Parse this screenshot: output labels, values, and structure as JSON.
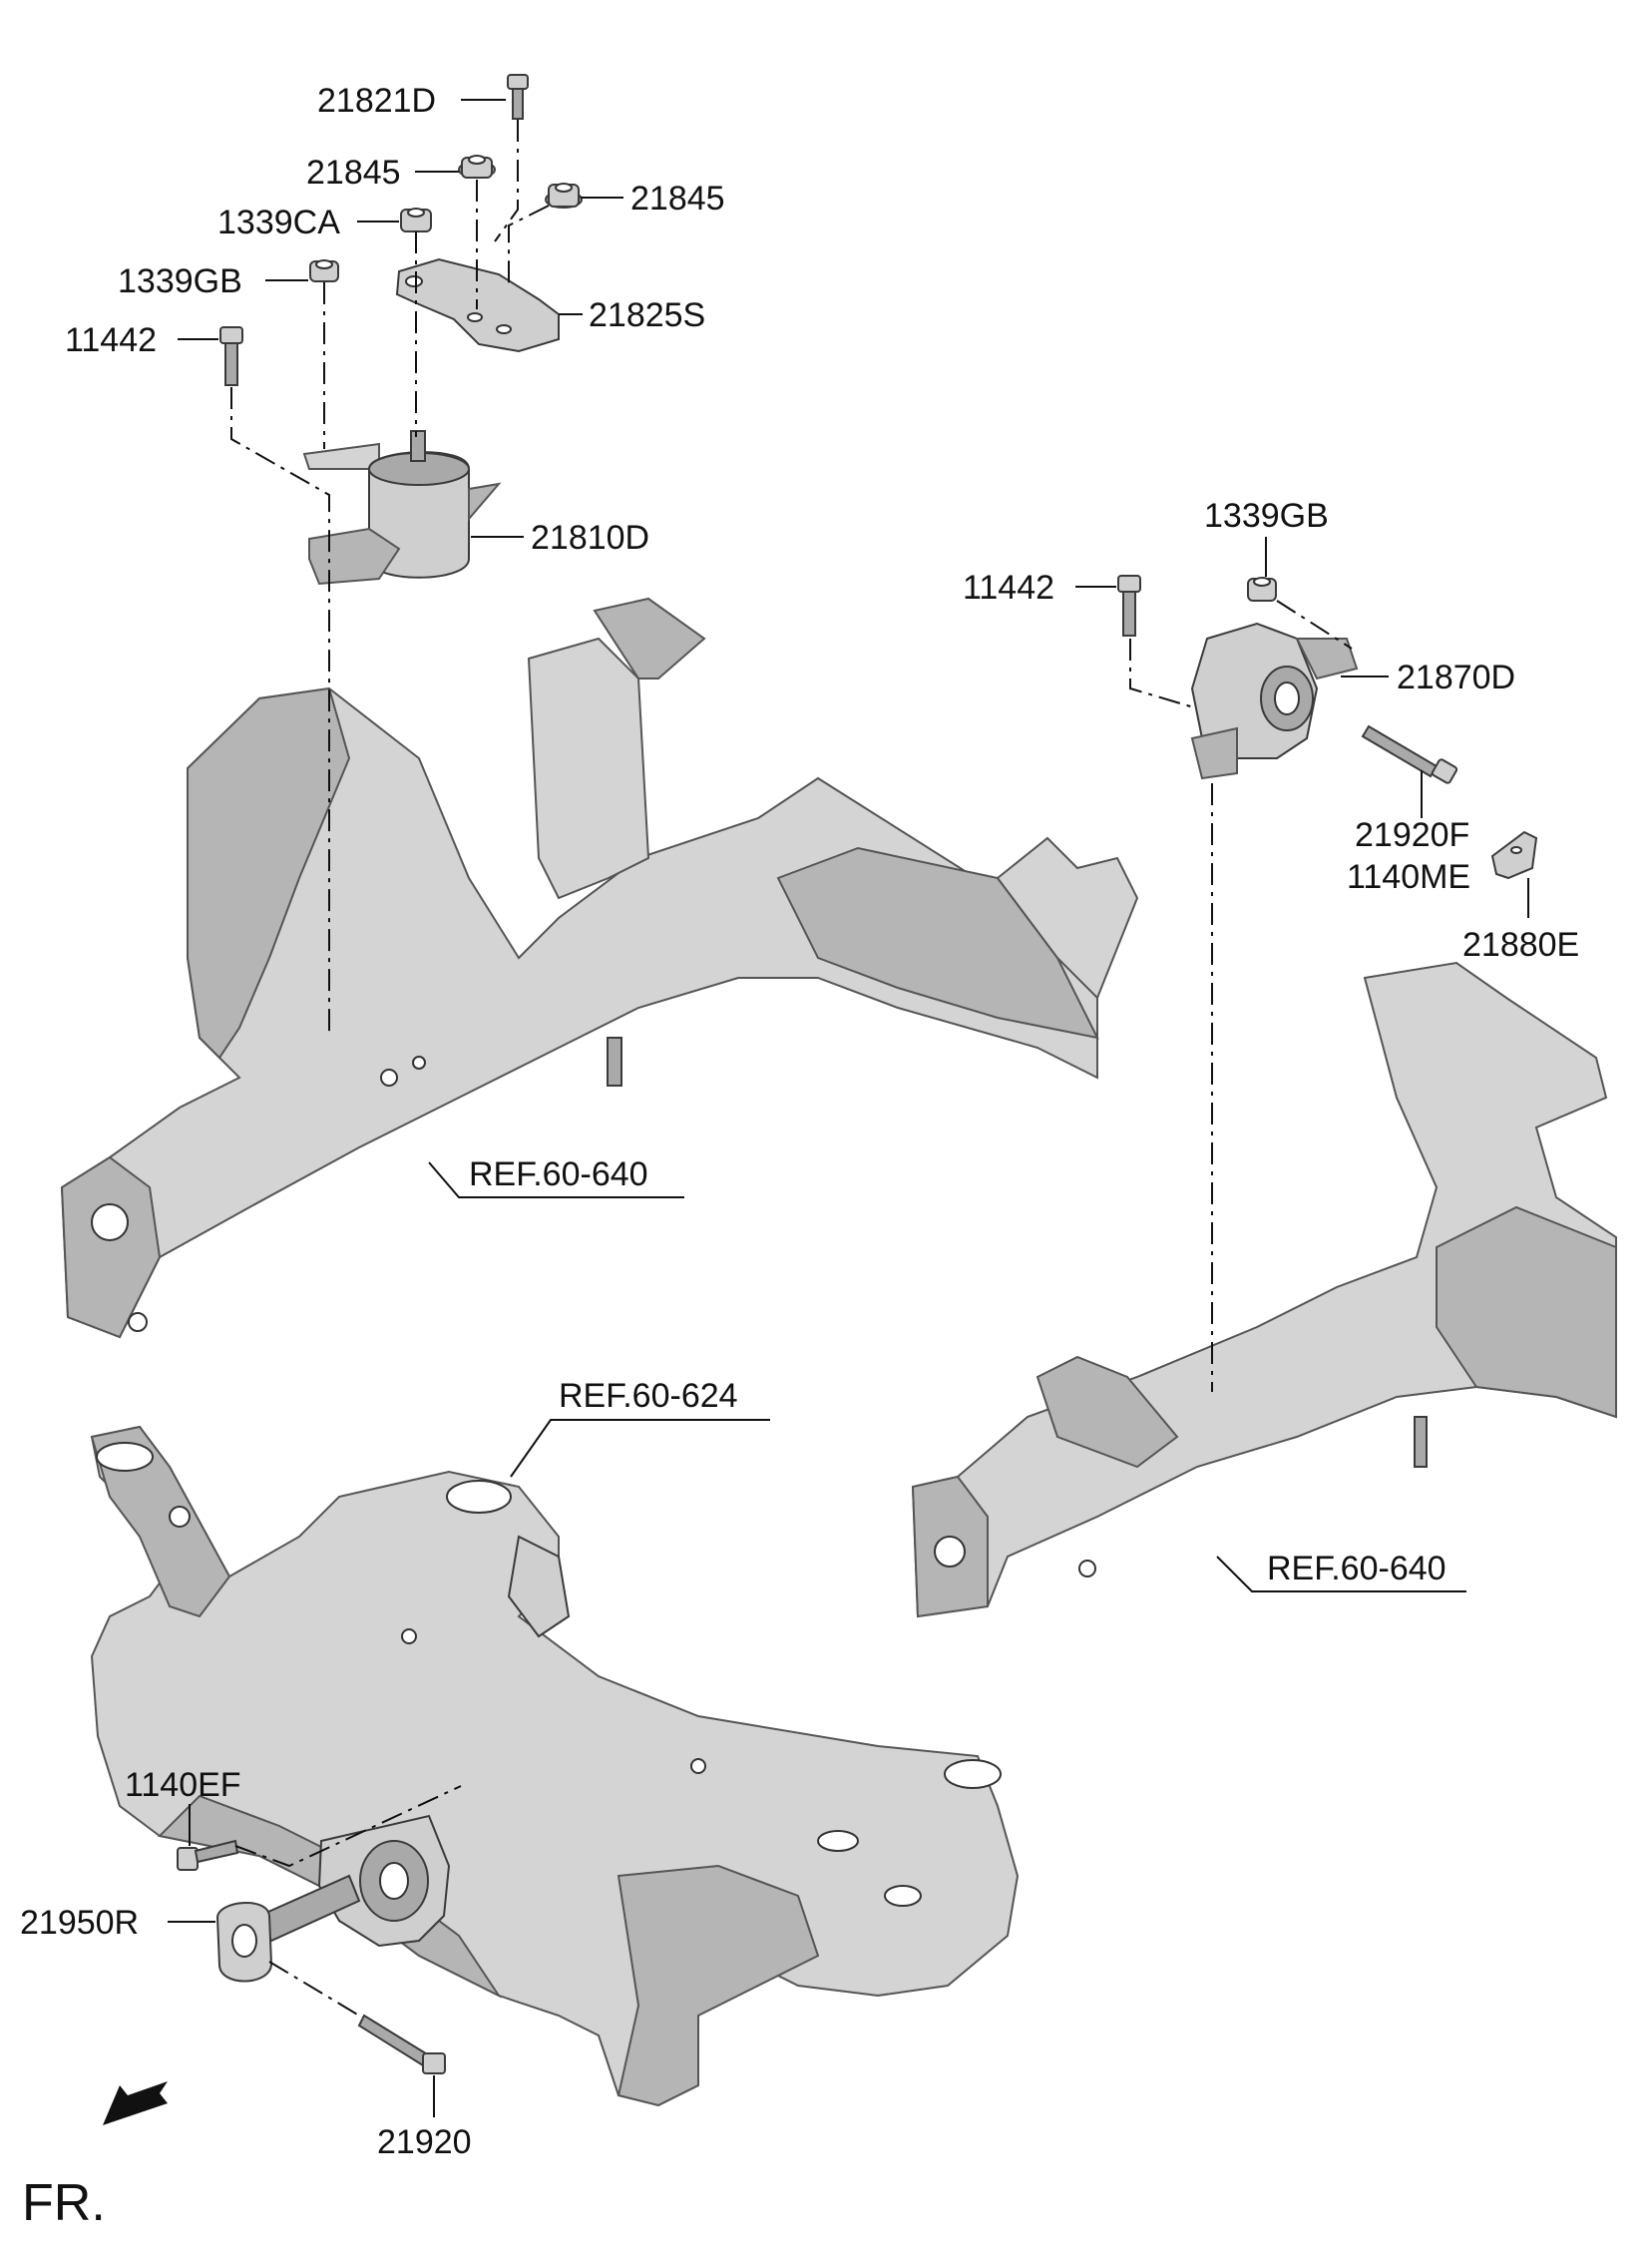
{
  "callouts": {
    "c21821D": "21821D",
    "c21845_left": "21845",
    "c21845_right": "21845",
    "c1339CA": "1339CA",
    "c1339GB_left": "1339GB",
    "c11442_left": "11442",
    "c21825S": "21825S",
    "c21810D": "21810D",
    "c1339GB_right": "1339GB",
    "c11442_right": "11442",
    "c21870D": "21870D",
    "c21920F": "21920F",
    "c1140ME": "1140ME",
    "c21880E": "21880E",
    "c1140EF": "1140EF",
    "c21950R": "21950R",
    "c21920": "21920"
  },
  "references": {
    "ref_left_member": "REF.60-640",
    "ref_crossmember": "REF.60-624",
    "ref_right_member": "REF.60-640"
  },
  "orientation": {
    "front_label": "FR."
  }
}
